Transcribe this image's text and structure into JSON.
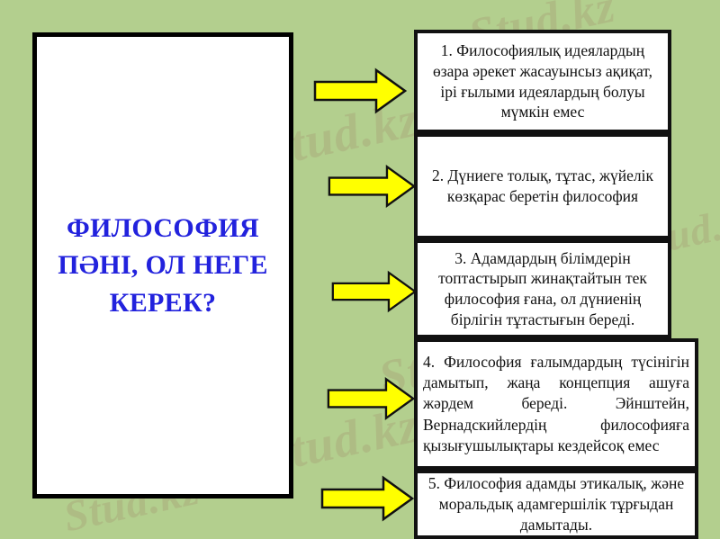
{
  "slide": {
    "background_color": "#b3cf8e",
    "title": {
      "text": "ФИЛОСОФИЯ ПӘНІ, ОЛ НЕГЕ КЕРЕК?",
      "color": "#2222dd"
    },
    "statements": [
      {
        "number": "1.",
        "text": "1. Философиялық идеялардың өзара әрекет жасауынсыз ақиқат, ірі ғылыми идеялардың болуы мүмкін емес",
        "align": "center"
      },
      {
        "number": "2.",
        "text": "2.  Дүниеге толық, тұтас, жүйелік көзқарас беретін философия",
        "align": "center"
      },
      {
        "number": "3.",
        "text": "3. Адамдардың білімдерін топтастырып жинақтайтын тек философия ғана, ол дүниенің бірлігін тұтастығын береді.",
        "align": "center"
      },
      {
        "number": "4.",
        "text": "4.      Философия    ғалымдардың түсінігін    дамытып,    жаңа концепция ашуға жәрдем береді. Эйнштейн,      Вернадскийлердің философияға   қызығушылықтары кездейсоқ емес",
        "align": "justify"
      },
      {
        "number": "5.",
        "text": "5. Философия адамды этикалық, және моральдық адамгершілік тұрғыдан дамытады.",
        "align": "center"
      }
    ],
    "arrows": {
      "count": 5,
      "fill_color": "#ffff00",
      "stroke_color": "#111111"
    },
    "watermark": {
      "text": "Stud.kz",
      "logo_name": "stud-kz-logo"
    }
  }
}
